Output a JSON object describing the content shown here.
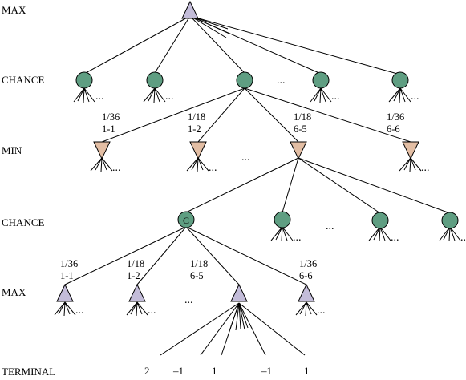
{
  "row_labels": {
    "max_top": "MAX",
    "chance_1": "CHANCE",
    "min": "MIN",
    "chance_2": "CHANCE",
    "max_bottom": "MAX",
    "terminal": "TERMINAL"
  },
  "colors": {
    "max_node": "#c3bcd9",
    "chance_node": "#5f9e82",
    "min_node": "#e3bea4",
    "stroke": "#000000"
  },
  "icons": {
    "max": "triangle-up-icon",
    "chance": "circle-icon",
    "min": "triangle-down-icon"
  },
  "chance_label": "C",
  "ellipsis": "...",
  "probs_level1": [
    {
      "p": "1/36",
      "roll": "1-1"
    },
    {
      "p": "1/18",
      "roll": "1-2"
    },
    {
      "p": "1/18",
      "roll": "6-5"
    },
    {
      "p": "1/36",
      "roll": "6-6"
    }
  ],
  "probs_level2": [
    {
      "p": "1/36",
      "roll": "1-1"
    },
    {
      "p": "1/18",
      "roll": "1-2"
    },
    {
      "p": "1/18",
      "roll": "6-5"
    },
    {
      "p": "1/36",
      "roll": "6-6"
    }
  ],
  "terminal_values": [
    "2",
    "–1",
    "1",
    "–1",
    "1"
  ]
}
